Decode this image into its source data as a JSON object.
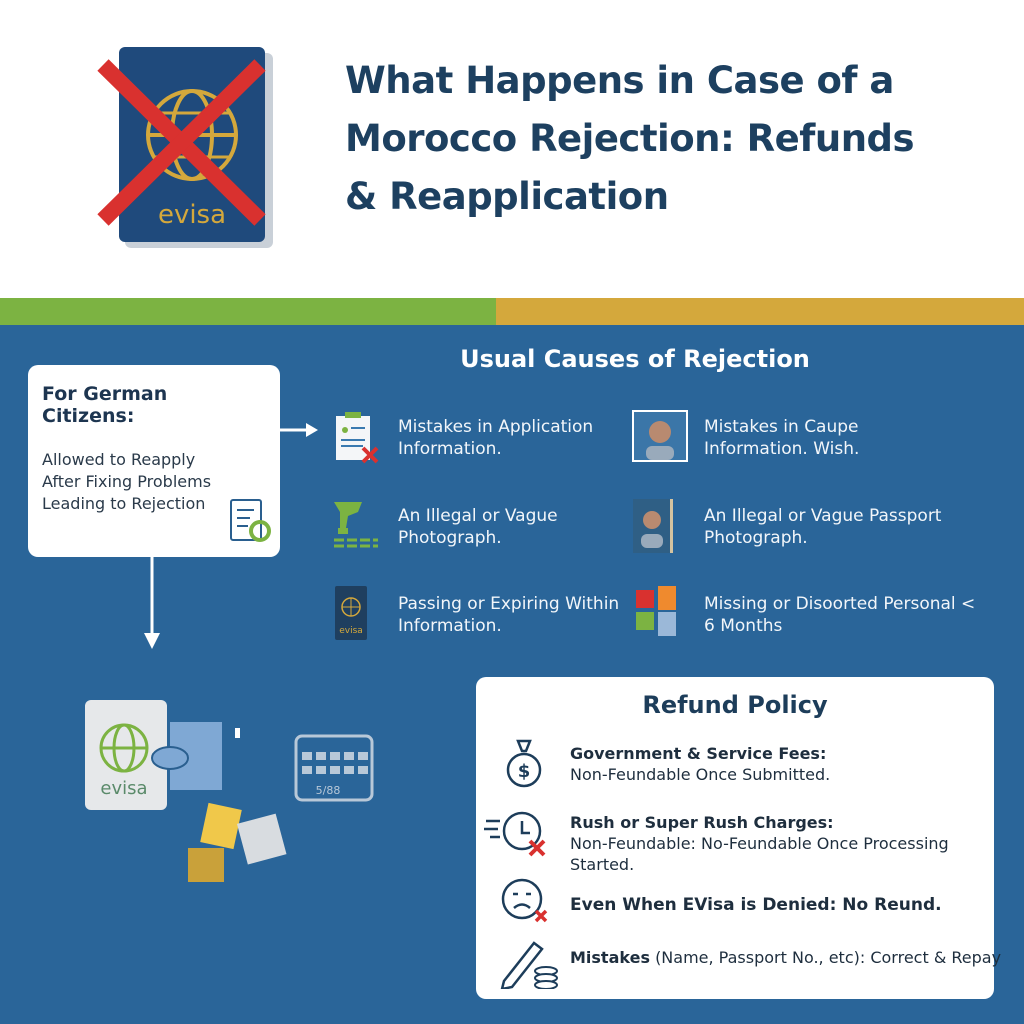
{
  "header": {
    "title": "What Happens in Case of a Morocco Rejection: Refunds & Reapplication",
    "passport_label": "evisa"
  },
  "german": {
    "heading": "For German Citizens:",
    "text": "Allowed to Reapply After Fixing Problems Leading to Rejection"
  },
  "causes": {
    "title": "Usual Causes of Rejection",
    "items": [
      {
        "icon": "application-form-icon",
        "text": "Mistakes in Application Information."
      },
      {
        "icon": "photo-portrait-icon",
        "text": "Mistakes in Caupe Information. Wish."
      },
      {
        "icon": "camera-flash-icon",
        "text": "An Illegal or Vague Photograph."
      },
      {
        "icon": "passport-photo-icon",
        "text": "An Illegal or Vague Passport Photograph."
      },
      {
        "icon": "passport-icon",
        "text": "Passing or Expiring Within Information.",
        "icon_label": "evisa"
      },
      {
        "icon": "puzzle-icon",
        "text": "Missing or Disoorted Personal < 6 Months"
      }
    ]
  },
  "illustration": {
    "evisa_label": "evisa",
    "calendar_label": "5/88"
  },
  "refund": {
    "title": "Refund Policy",
    "items": [
      {
        "icon": "money-bag-icon",
        "bold": "Government & Service Fees:",
        "text": "Non-Feundable Once Submitted."
      },
      {
        "icon": "clock-x-icon",
        "bold": "Rush or Super Rush Charges:",
        "text": "Non-Feundable: No-Feundable Once Processing Started."
      },
      {
        "icon": "sad-face-icon",
        "bold": "Even When EVisa is Denied: No Reund.",
        "text": ""
      },
      {
        "icon": "pencil-coins-icon",
        "bold": "Mistakes",
        "text": "(Name, Passport No., etc): Correct & Repay"
      }
    ]
  },
  "colors": {
    "blue": "#2a6599",
    "green": "#7cb342",
    "gold": "#d4a83c",
    "navy": "#1d4060",
    "red": "#d32f2f"
  }
}
